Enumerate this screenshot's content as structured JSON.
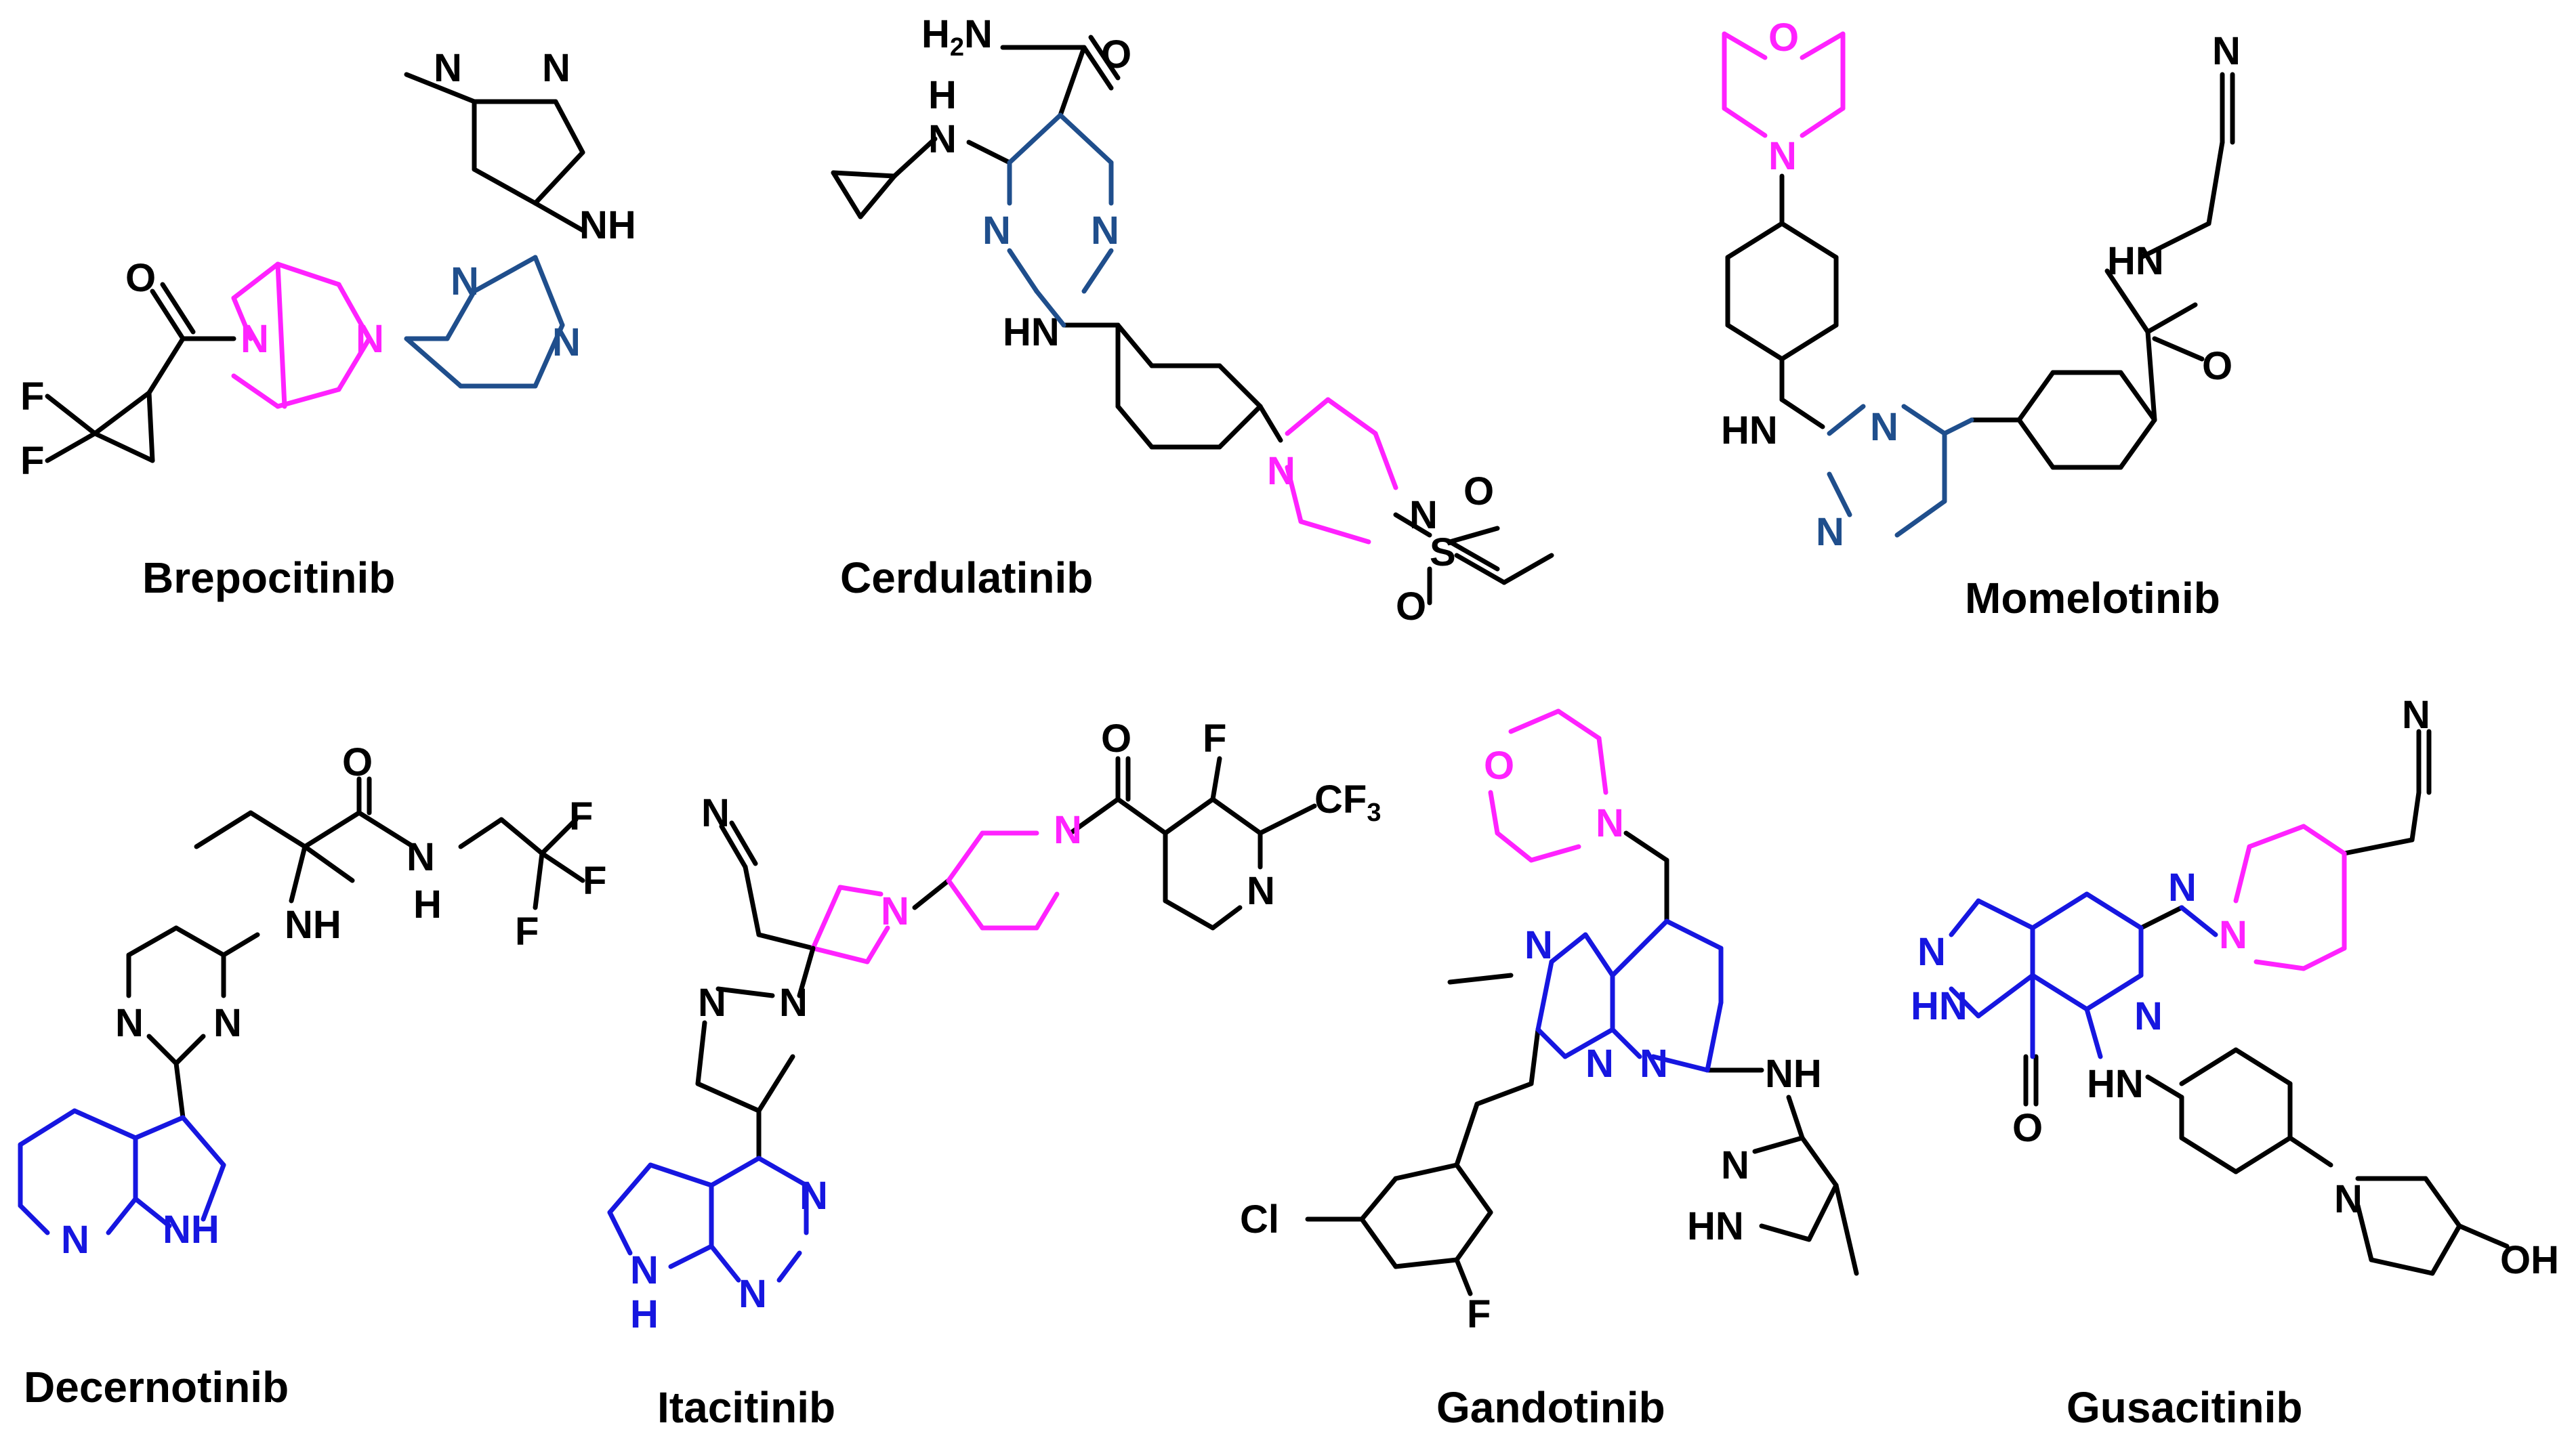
{
  "colors": {
    "core": "#000000",
    "pyrimidine": "#1f4e8c",
    "heteroaryl": "#1616e0",
    "saturated_ring": "#ff22ff"
  },
  "names": {
    "brepocitinib": "Brepocitinib",
    "cerdulatinib": "Cerdulatinib",
    "momelotinib": "Momelotinib",
    "decernotinib": "Decernotinib",
    "itacitinib": "Itacitinib",
    "gandotinib": "Gandotinib",
    "gusacitinib": "Gusacitinib"
  },
  "atoms": {
    "N": "N",
    "NH": "NH",
    "HN": "HN",
    "O": "O",
    "F": "F",
    "S": "S",
    "Cl": "Cl",
    "OH": "OH",
    "H": "H",
    "H2N": "H2N",
    "CF3": "CF3",
    "H2": "H",
    "sub2": "2",
    "sub3": "3",
    "CF": "CF"
  }
}
